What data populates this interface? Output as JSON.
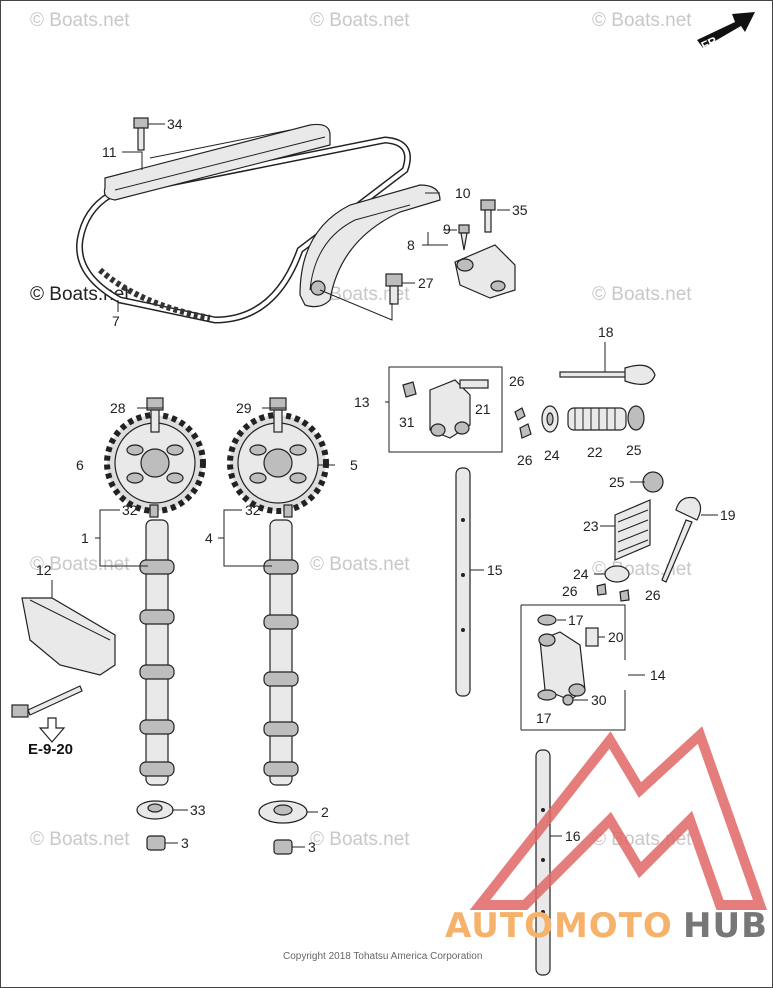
{
  "watermarks": [
    "© Boats.net",
    "© Boats.net",
    "© Boats.net",
    "© Boats.net",
    "© Boats.net",
    "© Boats.net",
    "© Boats.net",
    "© Boats.net",
    "© Boats.net",
    "© Boats.net",
    "© Boats.net",
    "© Boats.net"
  ],
  "strong_watermark": "© Boats.net",
  "direction_label": "FR.",
  "reference_label": "E-9-20",
  "copyright": "Copyright 2018 Tohatsu America Corporation",
  "brand": {
    "part1": "AUTOMOTO",
    "part2": "HUB",
    "color1": "#f6b26b",
    "color2": "#777777",
    "logo_color": "#e06666"
  },
  "callouts": {
    "n34": "34",
    "n11": "11",
    "n10": "10",
    "n35": "35",
    "n9": "9",
    "n8": "8",
    "n27": "27",
    "n7": "7",
    "n18": "18",
    "n13": "13",
    "n26a": "26",
    "n31": "31",
    "n21": "21",
    "n26b": "26",
    "n24a": "24",
    "n22": "22",
    "n25a": "25",
    "n28": "28",
    "n29": "29",
    "n6": "6",
    "n5": "5",
    "n32a": "32",
    "n1": "1",
    "n32b": "32",
    "n4": "4",
    "n15": "15",
    "n25b": "25",
    "n19": "19",
    "n23": "23",
    "n24b": "24",
    "n26c": "26",
    "n26d": "26",
    "n12": "12",
    "n17a": "17",
    "n20": "20",
    "n14": "14",
    "n30": "30",
    "n17b": "17",
    "n33": "33",
    "n2": "2",
    "n3a": "3",
    "n3b": "3",
    "n16": "16"
  }
}
